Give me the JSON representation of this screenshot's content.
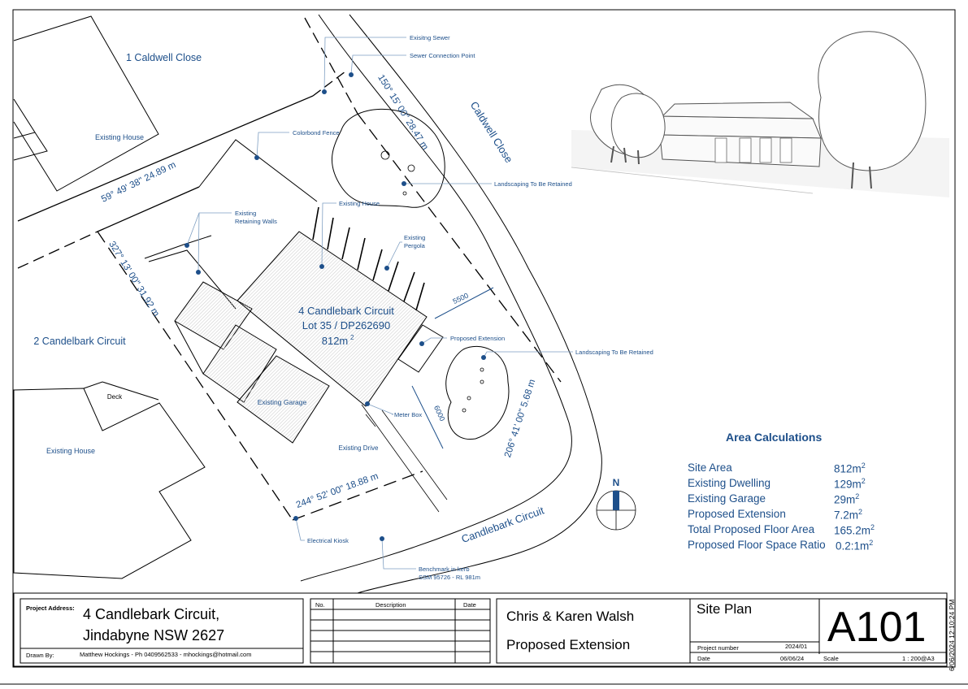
{
  "plan_labels": {
    "neighbour_top": "1 Caldwell Close",
    "neighbour_left": "2 Candelbark Circuit",
    "existing_house_top": "Existing House",
    "existing_house_bottom": "Existing House",
    "deck": "Deck",
    "road_top": "Caldwell Close",
    "road_bottom": "Candlebark Circuit",
    "lot_line1": "4 Candlebark Circuit",
    "lot_line2": "Lot 35 / DP262690",
    "lot_area": "812m",
    "garage": "Existing Garage",
    "drive": "Existing Drive",
    "dim_5500": "5500",
    "dim_6000": "6000"
  },
  "bearings": {
    "top_right": "150° 15' 00\" 28.47 m",
    "top_left": "59° 49' 38\" 24.89 m",
    "left": "327° 13' 00\" 31.92 m",
    "bottom": "244° 52' 00\" 18.88 m",
    "right": "206° 41' 00\" 5.68 m"
  },
  "callouts": {
    "sewer": "Exisitng Sewer",
    "sewer_connection": "Sewer Connection Point",
    "fence": "Colorbond Fence",
    "landscaping_top": "Landscaping To Be Retained",
    "existing_house": "Existing House",
    "retaining_1": "Existing",
    "retaining_2": "Retaining Walls",
    "pergola_1": "Existing",
    "pergola_2": "Pergola",
    "proposed_extension": "Proposed Extension",
    "landscaping_right": "Landscaping To Be Retained",
    "meter_box": "Meter Box",
    "kiosk": "Electrical Kiosk",
    "benchmark_1": "Benchmark in kerb",
    "benchmark_2": "SSM 95726 - RL 981m"
  },
  "north_label": "N",
  "area_calculations": {
    "title": "Area Calculations",
    "rows": [
      {
        "label": "Site Area",
        "value": "812m",
        "sup": "2"
      },
      {
        "label": "Existing Dwelling",
        "value": "129m",
        "sup": "2"
      },
      {
        "label": "Existing Garage",
        "value": "29m",
        "sup": "2"
      },
      {
        "label": "Proposed Extension",
        "value": "7.2m",
        "sup": "2"
      },
      {
        "label": "Total Proposed Floor Area",
        "value": "165.2m",
        "sup": "2"
      },
      {
        "label": "Proposed Floor Space Ratio",
        "value": "0.2:1m",
        "sup": "2"
      }
    ]
  },
  "title_block": {
    "project_address_label": "Project Address:",
    "address_line1": "4 Candlebark Circuit,",
    "address_line2": "Jindabyne NSW 2627",
    "drawn_by_label": "Drawn By:",
    "drawn_by": "Matthew Hockings - Ph 0409562533 - mhockings@hotmail.com",
    "rev_headers": [
      "No.",
      "Description",
      "Date"
    ],
    "client": "Chris & Karen Walsh",
    "project": "Proposed Extension",
    "sheet_title": "Site Plan",
    "project_number_label": "Project number",
    "project_number": "2024/01",
    "date_label": "Date",
    "date": "06/06/24",
    "scale_label": "Scale",
    "scale": "1 : 200@A3",
    "sheet_number": "A101"
  },
  "timestamp": "6/06/2024 12:10:24 PM",
  "colors": {
    "accent": "#1d4f8a",
    "linework": "#000000"
  }
}
